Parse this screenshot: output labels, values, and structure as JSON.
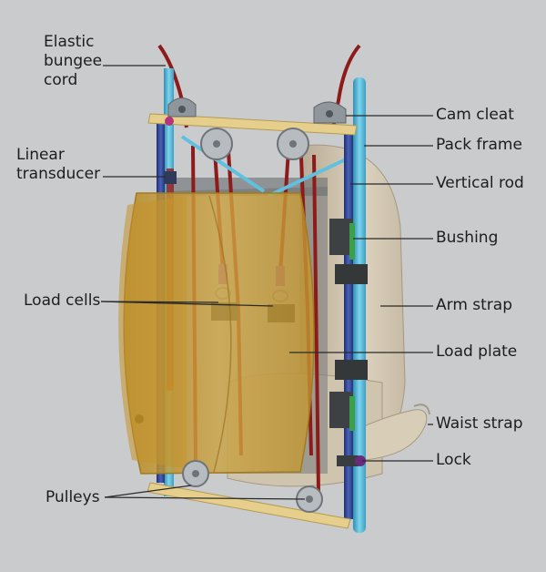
{
  "colors": {
    "background": "#c9cbcd",
    "frame_rod": "#4fb9d8",
    "vertical_rod": "#2b3f8f",
    "cord": "#8e1b1b",
    "load_plate": "#c89a2b",
    "pack_shell": "#cbbfa8",
    "bushing": "#3aa04a",
    "leader": "#2a2a2a"
  },
  "labels": {
    "elastic_bungee_cord": [
      "Elastic",
      "bungee",
      "cord"
    ],
    "linear_transducer": [
      "Linear",
      "transducer"
    ],
    "load_cells": "Load cells",
    "pulleys": "Pulleys",
    "cam_cleat": "Cam cleat",
    "pack_frame": "Pack frame",
    "vertical_rod": "Vertical rod",
    "bushing": "Bushing",
    "arm_strap": "Arm strap",
    "load_plate": "Load plate",
    "waist_strap": "Waist strap",
    "lock": "Lock"
  }
}
